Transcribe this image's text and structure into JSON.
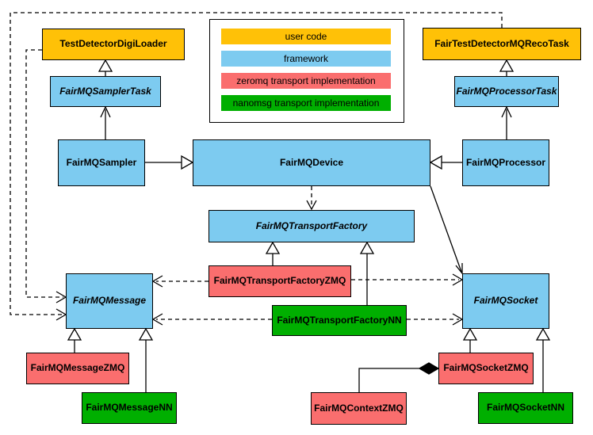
{
  "colors": {
    "user_code": "#FFC107",
    "framework": "#7DCBF0",
    "zeromq": "#FA6E6E",
    "nanomsg": "#00AF00",
    "border": "#000000",
    "background": "#FFFFFF"
  },
  "legend": {
    "items": [
      {
        "label": "user code",
        "category": "user_code"
      },
      {
        "label": "framework",
        "category": "framework"
      },
      {
        "label": "zeromq transport implementation",
        "category": "zeromq"
      },
      {
        "label": "nanomsg transport implementation",
        "category": "nanomsg"
      }
    ]
  },
  "nodes": {
    "digiLoader": {
      "label": "TestDetectorDigiLoader",
      "category": "user_code",
      "abstract": false
    },
    "recoTask": {
      "label": "FairTestDetectorMQRecoTask",
      "category": "user_code",
      "abstract": false
    },
    "samplerTask": {
      "label": "FairMQSamplerTask",
      "category": "framework",
      "abstract": true
    },
    "processorTask": {
      "label": "FairMQProcessorTask",
      "category": "framework",
      "abstract": true
    },
    "sampler": {
      "label": "FairMQSampler",
      "category": "framework",
      "abstract": false
    },
    "device": {
      "label": "FairMQDevice",
      "category": "framework",
      "abstract": false
    },
    "processor": {
      "label": "FairMQProcessor",
      "category": "framework",
      "abstract": false
    },
    "transportFactory": {
      "label": "FairMQTransportFactory",
      "category": "framework",
      "abstract": true
    },
    "transportFactoryZMQ": {
      "label": "FairMQTransportFactoryZMQ",
      "category": "zeromq",
      "abstract": false
    },
    "transportFactoryNN": {
      "label": "FairMQTransportFactoryNN",
      "category": "nanomsg",
      "abstract": false
    },
    "message": {
      "label": "FairMQMessage",
      "category": "framework",
      "abstract": true
    },
    "socket": {
      "label": "FairMQSocket",
      "category": "framework",
      "abstract": true
    },
    "messageZMQ": {
      "label": "FairMQMessageZMQ",
      "category": "zeromq",
      "abstract": false
    },
    "messageNN": {
      "label": "FairMQMessageNN",
      "category": "nanomsg",
      "abstract": false
    },
    "contextZMQ": {
      "label": "FairMQContextZMQ",
      "category": "zeromq",
      "abstract": false
    },
    "socketZMQ": {
      "label": "FairMQSocketZMQ",
      "category": "zeromq",
      "abstract": false
    },
    "socketNN": {
      "label": "FairMQSocketNN",
      "category": "nanomsg",
      "abstract": false
    }
  },
  "edges": [
    {
      "tail": "samplerTask",
      "head": "digiLoader",
      "style": "solid-hollow-triangle"
    },
    {
      "tail": "sampler",
      "head": "samplerTask",
      "style": "solid-open-arrow"
    },
    {
      "tail": "processorTask",
      "head": "recoTask",
      "style": "solid-hollow-triangle"
    },
    {
      "tail": "processor",
      "head": "processorTask",
      "style": "solid-open-arrow"
    },
    {
      "tail": "sampler",
      "head": "device",
      "style": "solid-hollow-triangle"
    },
    {
      "tail": "processor",
      "head": "device",
      "style": "solid-hollow-triangle"
    },
    {
      "tail": "device",
      "head": "transportFactory",
      "style": "dashed-open-arrow"
    },
    {
      "tail": "transportFactoryZMQ",
      "head": "transportFactory",
      "style": "solid-hollow-triangle"
    },
    {
      "tail": "transportFactoryNN",
      "head": "transportFactory",
      "style": "solid-hollow-triangle"
    },
    {
      "tail": "device",
      "head": "socket",
      "style": "solid-open-arrow"
    },
    {
      "tail": "transportFactoryZMQ",
      "head": "message",
      "style": "dashed-open-arrow"
    },
    {
      "tail": "transportFactoryZMQ",
      "head": "socket",
      "style": "dashed-open-arrow"
    },
    {
      "tail": "transportFactoryNN",
      "head": "message",
      "style": "dashed-open-arrow"
    },
    {
      "tail": "transportFactoryNN",
      "head": "socket",
      "style": "dashed-open-arrow"
    },
    {
      "tail": "recoTask",
      "head": "message",
      "style": "dashed-open-arrow"
    },
    {
      "tail": "digiLoader",
      "head": "message",
      "style": "dashed-open-arrow"
    },
    {
      "tail": "messageZMQ",
      "head": "message",
      "style": "solid-hollow-triangle"
    },
    {
      "tail": "messageNN",
      "head": "message",
      "style": "solid-hollow-triangle"
    },
    {
      "tail": "socketZMQ",
      "head": "socket",
      "style": "solid-hollow-triangle"
    },
    {
      "tail": "socketNN",
      "head": "socket",
      "style": "solid-hollow-triangle"
    },
    {
      "tail": "contextZMQ",
      "head": "socketZMQ",
      "style": "solid-filled-diamond"
    }
  ]
}
